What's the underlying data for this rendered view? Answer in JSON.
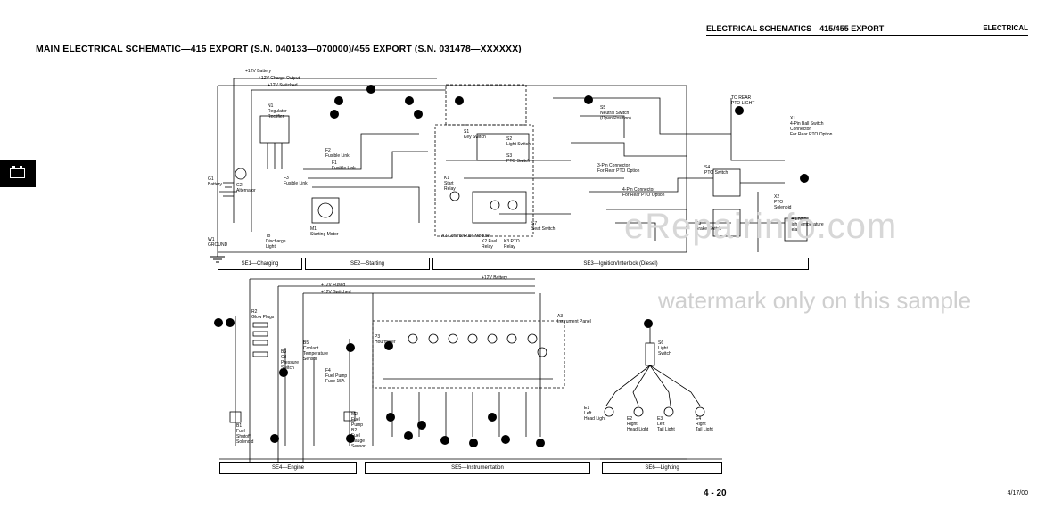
{
  "header": {
    "section_title": "ELECTRICAL SCHEMATICS—415/455 EXPORT",
    "section_tag": "ELECTRICAL"
  },
  "title": "MAIN ELECTRICAL SCHEMATIC—415 EXPORT (S.N. 040133—070000)/455 EXPORT (S.N. 031478—XXXXXX)",
  "buses_top": [
    "+12V Battery",
    "+12V Charge Output",
    "+12V Switched"
  ],
  "buses_bottom": [
    "+12V Battery",
    "+12V Fused",
    "+12V Switched"
  ],
  "sections_top": [
    "SE1—Charging",
    "SE2—Starting",
    "SE3—Ignition/Interlock (Diesel)"
  ],
  "sections_bottom": [
    "SE4—Engine",
    "SE5—Instrumentation",
    "SE6—Lighting"
  ],
  "components": {
    "n1": "N1\nRegulator\nRectifier",
    "g2": "G2\nAlternator",
    "g1": "G1\nBattery",
    "w1": "W1\nGROUND",
    "m1": "M1\nStarting Motor",
    "f2": "F2\nFusible Link",
    "f1": "F1\nFusible Link",
    "f3": "F3\nFusible Link",
    "s1": "S1\nKey Switch",
    "s2": "S2\nLight Switch",
    "s3": "S3\nPTO Switch",
    "s4": "S4\nPTO Switch",
    "s5": "S5\nNeutral Switch\n(Open Position)",
    "s7": "S7\nSeat Switch",
    "s8": "S8\nBrake Switch",
    "k1": "K1\nStart\nRelay",
    "k2": "K2 Fuel\nRelay",
    "k3": "K3 PTO\nRelay",
    "x1": "X1\n4-Pin Ball Switch\nConnector\nFor Rear PTO Option",
    "x2": "X2\nPTO\nSolenoid",
    "x4": "X4 Engine\nHigh Temperature\nRelay",
    "a2": "A2 Control/Fuse Module",
    "b1": "B1\nFuel\nShutoff\nSolenoid",
    "b3": "B3\nOil\nPressure\nSwitch",
    "b5": "B5\nCoolant\nTemperature\nSensor",
    "r2": "R2\nGlow Plugs",
    "f4": "F4\nFuel Pump\nFuse 15A",
    "m2": "M2\nFuel\nPump",
    "b2": "B2\nFuel\nGauge\nSensor",
    "a3": "A3\nInstrument Panel",
    "p3": "P3\nHourmeter",
    "e1": "E1\nLeft\nHead Light",
    "e2": "E2\nRight\nHead Light",
    "e3": "E3\nLeft\nTail Light",
    "e4": "E4\nRight\nTail Light",
    "s6": "S6\nLight\nSwitch",
    "to_rear_pto": "TO REAR\nPTO LIGHT",
    "three_pin": "3-Pin Connector\nFor Rear PTO Option",
    "four_pin": "4-Pin Connector\nFor Rear PTO Option",
    "to_discharge": "To\nDischarge\nLight"
  },
  "watermark": {
    "site": "eRepairinfo.com",
    "note": "watermark only on this sample"
  },
  "footer": {
    "page": "4 - 20",
    "date": "4/17/00"
  }
}
